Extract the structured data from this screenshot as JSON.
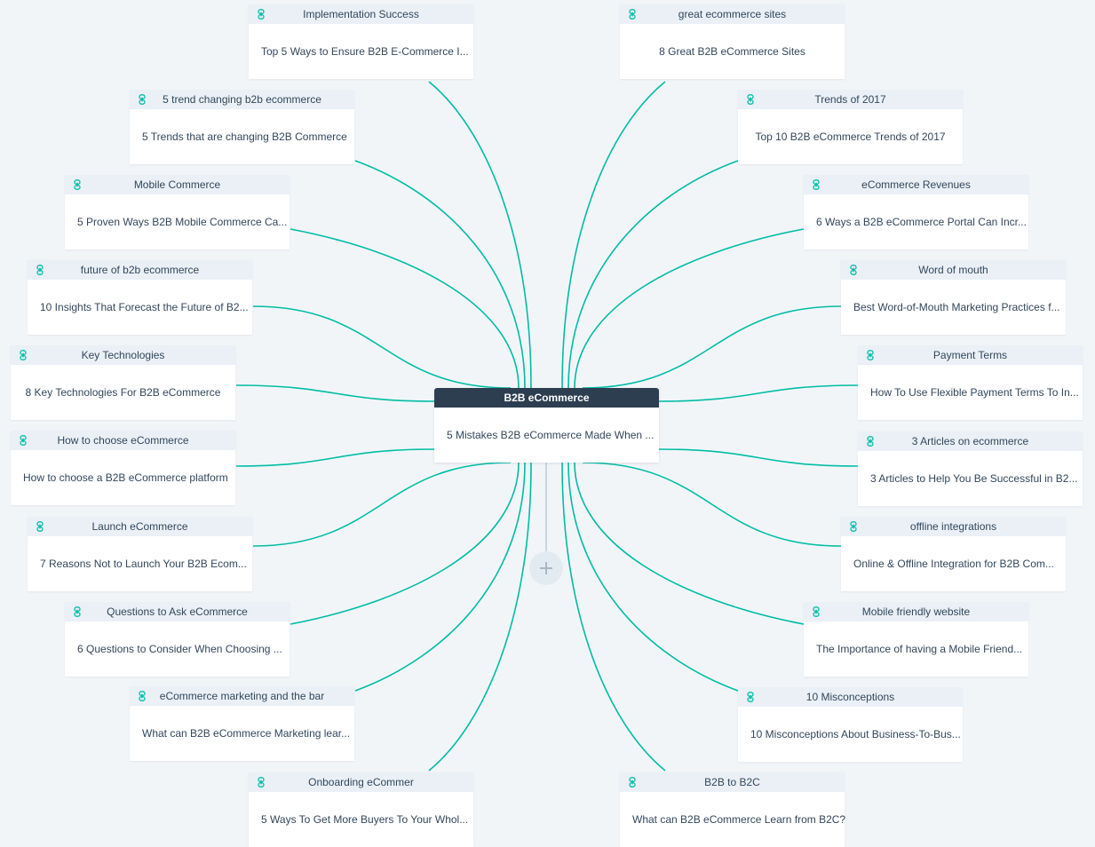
{
  "center": {
    "title": "B2B eCommerce",
    "subtitle": "5 Mistakes B2B eCommerce Made When ..."
  },
  "colors": {
    "connector": "#00bda5",
    "center_header": "#2d3e50",
    "card_header": "#eaf0f6",
    "background": "#f2f5f8",
    "link_icon": "#00bda5"
  },
  "icons": {
    "card_link": "link-icon",
    "add": "plus-icon"
  },
  "cards": [
    {
      "id": "implementation-success",
      "side": "left",
      "title": "Implementation Success",
      "text": "Top 5 Ways to Ensure B2B E-Commerce I..."
    },
    {
      "id": "trend-changing",
      "side": "left",
      "title": "5 trend changing b2b ecommerce",
      "text": "5 Trends that are changing B2B Commerce"
    },
    {
      "id": "mobile-commerce",
      "side": "left",
      "title": "Mobile Commerce",
      "text": "5 Proven Ways B2B Mobile Commerce Ca..."
    },
    {
      "id": "future-of-b2b",
      "side": "left",
      "title": "future of b2b ecommerce",
      "text": "10 Insights That Forecast the Future of B2..."
    },
    {
      "id": "key-technologies",
      "side": "left",
      "title": "Key Technologies",
      "text": "8 Key Technologies For B2B eCommerce"
    },
    {
      "id": "how-to-choose",
      "side": "left",
      "title": "How to choose eCommerce",
      "text": "How to choose a  B2B eCommerce platform"
    },
    {
      "id": "launch-ecommerce",
      "side": "left",
      "title": "Launch eCommerce",
      "text": "7 Reasons Not to Launch Your B2B Ecom..."
    },
    {
      "id": "questions-to-ask",
      "side": "left",
      "title": "Questions to Ask eCommerce",
      "text": "6 Questions to Consider When Choosing ..."
    },
    {
      "id": "marketing-and-bar",
      "side": "left",
      "title": "eCommerce marketing and the bar",
      "text": "What can B2B eCommerce Marketing lear..."
    },
    {
      "id": "onboarding",
      "side": "left",
      "title": "Onboarding eCommer",
      "text": "5 Ways To Get More Buyers To Your Whol..."
    },
    {
      "id": "great-sites",
      "side": "right",
      "title": "great ecommerce sites",
      "text": "8 Great B2B eCommerce Sites"
    },
    {
      "id": "trends-2017",
      "side": "right",
      "title": "Trends of 2017",
      "text": "Top 10 B2B eCommerce Trends of 2017"
    },
    {
      "id": "revenues",
      "side": "right",
      "title": "eCommerce Revenues",
      "text": "6 Ways a B2B eCommerce Portal Can Incr..."
    },
    {
      "id": "word-of-mouth",
      "side": "right",
      "title": "Word of mouth",
      "text": "Best Word-of-Mouth Marketing Practices f..."
    },
    {
      "id": "payment-terms",
      "side": "right",
      "title": "Payment Terms",
      "text": "How To Use Flexible Payment Terms To In..."
    },
    {
      "id": "three-articles",
      "side": "right",
      "title": "3 Articles on ecommerce",
      "text": "3 Articles to Help You Be Successful in B2..."
    },
    {
      "id": "offline-integrations",
      "side": "right",
      "title": "offline integrations",
      "text": "Online & Offline Integration for B2B Com..."
    },
    {
      "id": "mobile-friendly",
      "side": "right",
      "title": "Mobile friendly website",
      "text": "The Importance of having a Mobile Friend..."
    },
    {
      "id": "misconceptions",
      "side": "right",
      "title": "10 Misconceptions",
      "text": "10 Misconceptions About Business-To-Bus..."
    },
    {
      "id": "b2b-to-b2c",
      "side": "right",
      "title": "B2B to B2C",
      "text": "What can B2B eCommerce Learn from B2C?"
    }
  ]
}
